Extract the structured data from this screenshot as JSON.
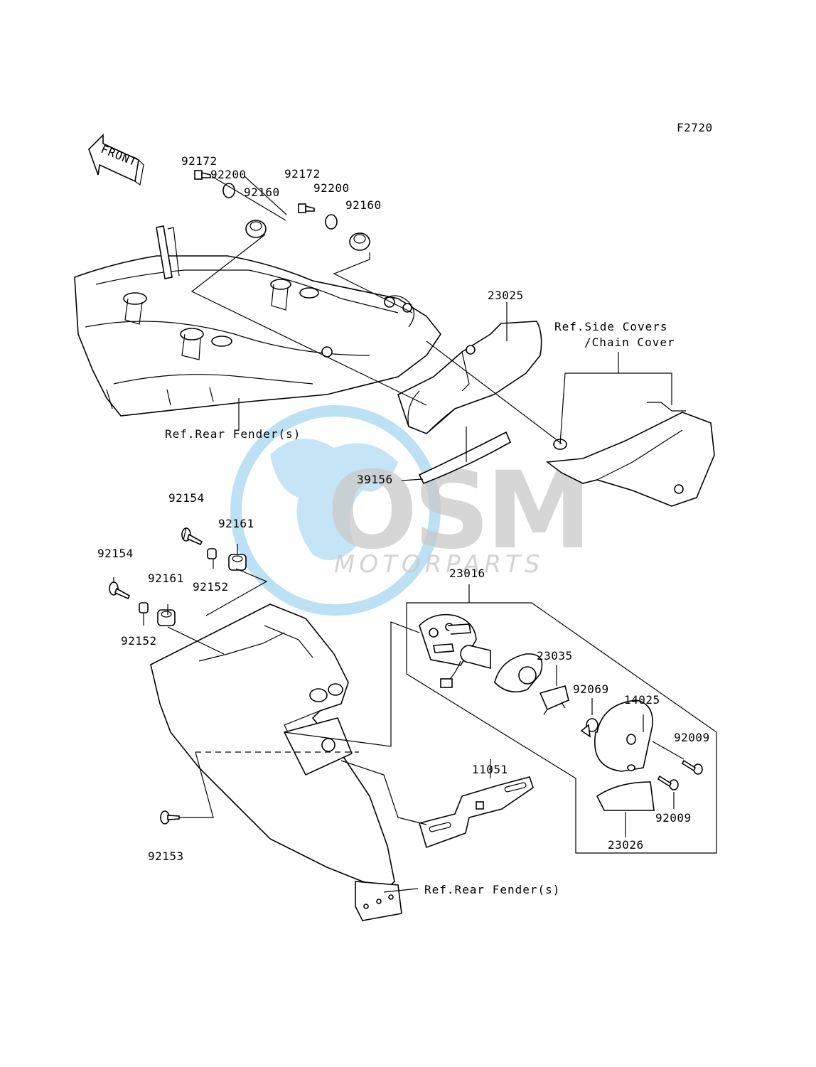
{
  "diagram": {
    "figure_code": "F2720",
    "front_label": "FRONT"
  },
  "watermark": {
    "brand": "OSM",
    "sub": "MOTORPARTS"
  },
  "callouts": {
    "p92172a": "92172",
    "p92200a": "92200",
    "p92160a": "92160",
    "p92172b": "92172",
    "p92200b": "92200",
    "p92160b": "92160",
    "p23025": "23025",
    "ref_side_covers_1": "Ref.Side Covers",
    "ref_side_covers_2": "/Chain Cover",
    "ref_rear_fender_top": "Ref.Rear Fender(s)",
    "p39156": "39156",
    "p92154a": "92154",
    "p92161a": "92161",
    "p92154b": "92154",
    "p92161b": "92161",
    "p92152a": "92152",
    "p92152b": "92152",
    "p23016": "23016",
    "p23035": "23035",
    "p92069": "92069",
    "p14025": "14025",
    "p92009a": "92009",
    "p92009b": "92009",
    "p23026": "23026",
    "p11051": "11051",
    "p92153": "92153",
    "ref_rear_fender_bottom": "Ref.Rear Fender(s)"
  },
  "colors": {
    "line": "#000000",
    "watermark_gray": "#c9c9c9",
    "watermark_blue": "#3fa9e0"
  }
}
